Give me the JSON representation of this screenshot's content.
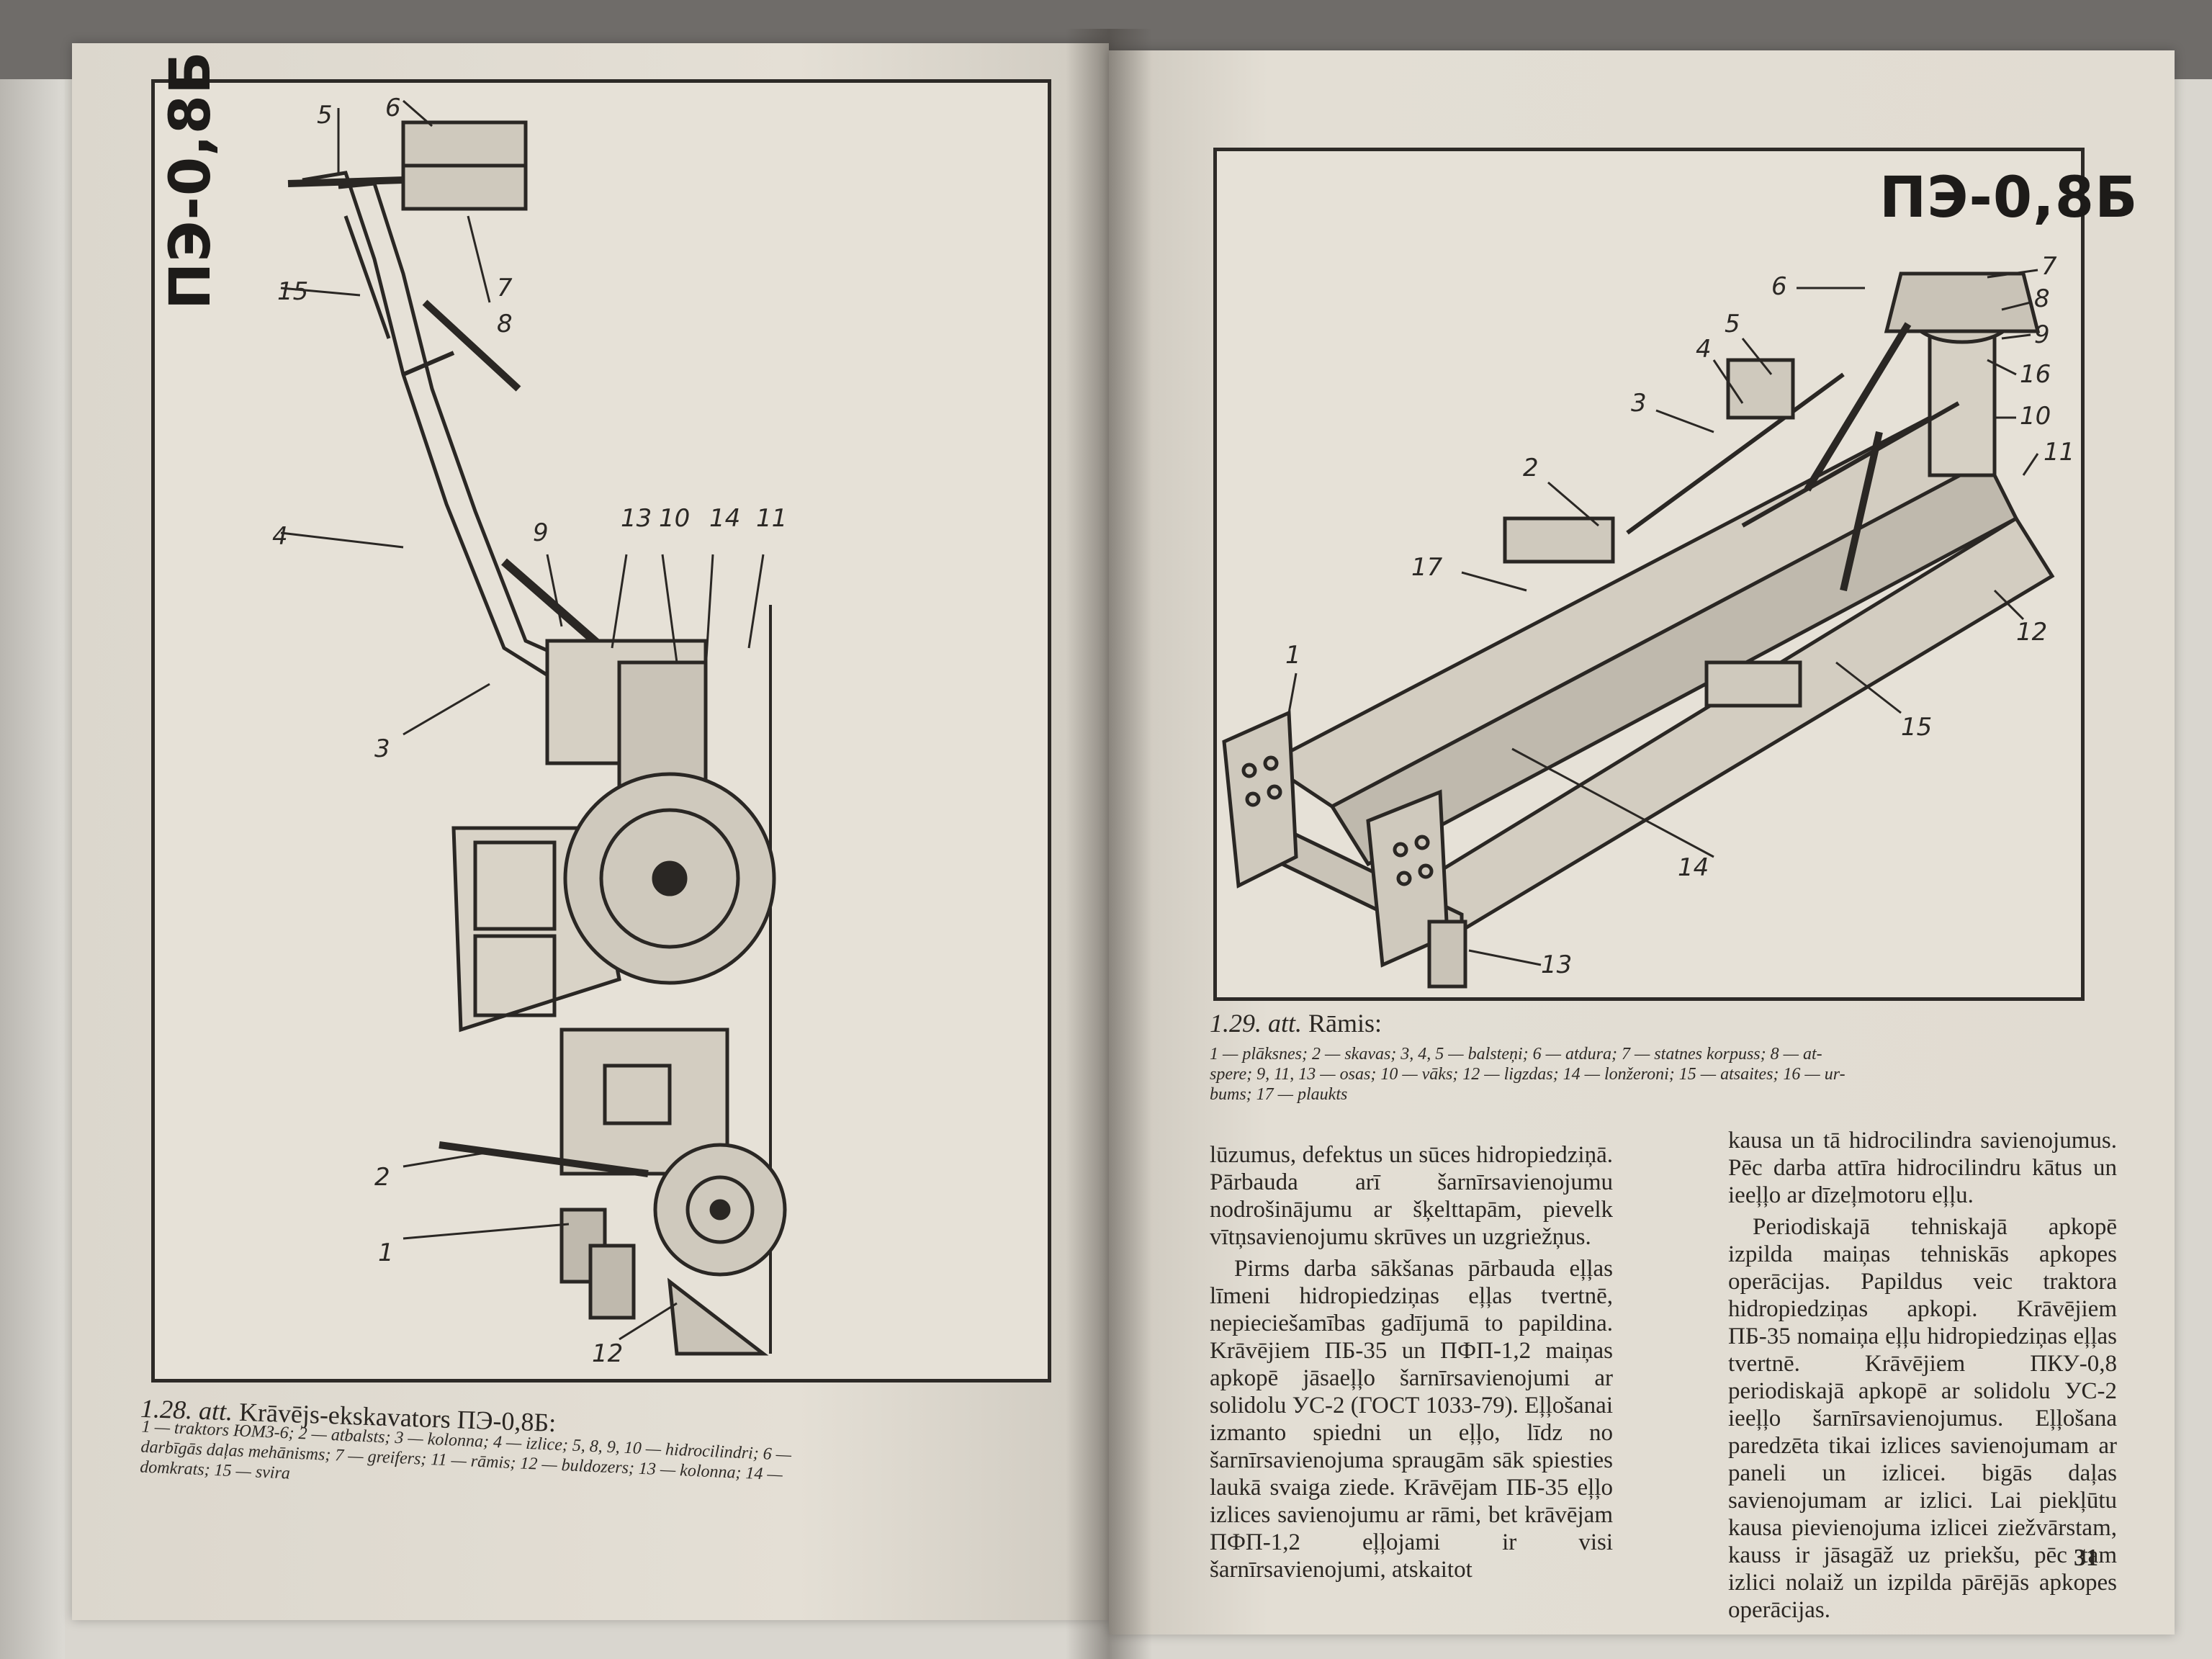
{
  "left_page": {
    "model_label": "ПЭ-0,8Б",
    "callouts": [
      "5",
      "6",
      "15",
      "8",
      "7",
      "4",
      "9",
      "13",
      "10",
      "14",
      "11",
      "3",
      "2",
      "1",
      "12"
    ],
    "caption_number": "1.28. att.",
    "caption_title": "Krāvējs-ekskavators ПЭ-0,8Б:",
    "legend_lines": [
      "1 — traktors ЮМЗ-6; 2 — atbalsts; 3 — kolonna; 4 — izlice; 5, 8, 9, 10 — hidrocilindri; 6 —",
      "darbīgās daļas mehānisms; 7 — greifers; 11 — rāmis; 12 — buldozers; 13 — kolonna; 14 —",
      "domkrats; 15 — svira"
    ]
  },
  "right_page": {
    "model_label": "ПЭ-0,8Б",
    "callouts": [
      "6",
      "7",
      "8",
      "9",
      "16",
      "10",
      "11",
      "5",
      "4",
      "3",
      "2",
      "17",
      "12",
      "1",
      "15",
      "14",
      "13"
    ],
    "caption_number": "1.29. att.",
    "caption_title": "Rāmis:",
    "legend_lines": [
      "1 — plāksnes; 2 — skavas; 3, 4, 5 — balsteņi; 6 — atdura; 7 — statnes korpuss; 8 — at-",
      "spere; 9, 11, 13 — osas; 10 — vāks; 12 — ligzdas; 14 — lonžeroni; 15 — atsaites; 16 — ur-",
      "bums; 17 — plaukts"
    ],
    "column1": [
      "lūzumus, defektus un sūces hidropiedziņā. Pārbauda arī šarnīrsavienojumu nodrošinājumu ar šķelttapām, pievelk vītņsavienojumu skrūves un uzgriežņus.",
      "Pirms darba sākšanas pārbauda eļļas līmeni hidropiedziņas eļļas tvertnē, nepieciešamības gadījumā to papildina. Krāvējiem ПБ-35 un ПФП-1,2 maiņas apkopē jāsaeļļo šarnīrsavienojumi ar solidolu УС-2 (ГОСТ 1033-79). Eļļošanai izmanto spiedni un eļļo, līdz no šarnīrsavienojuma spraugām sāk spiesties laukā svaiga ziede. Krāvējam ПБ-35 eļļo izlices savienojumu ar rāmi, bet krāvējam ПФП-1,2 eļļojami ir visi šarnīrsavienojumi, atskaitot"
    ],
    "column2": [
      "kausa un tā hidrocilindra savienojumus. Pēc darba attīra hidrocilindru kātus un ieeļļo ar dīzeļmotoru eļļu.",
      "Periodiskajā tehniskajā apkopē izpilda maiņas tehniskās apkopes operācijas. Papildus veic traktora hidropiedziņas apkopi. Krāvējiem ПБ-35 nomaiņa eļļu hidropiedziņas eļļas tvertnē. Krāvējiem ПКУ-0,8 periodiskajā apkopē ar solidolu УС-2 ieeļļo šarnīrsavienojumus. Eļļošana paredzēta tikai izlices savienojumam ar paneli un izlicei. bigās daļas savienojumam ar izlici. Lai piekļūtu kausa pievienojuma izlicei ziežvārstam, kauss ir jāsagāž uz priekšu, pēc tam izlici nolaiž un izpilda pārējās apkopes operācijas."
    ],
    "page_number": "31"
  }
}
